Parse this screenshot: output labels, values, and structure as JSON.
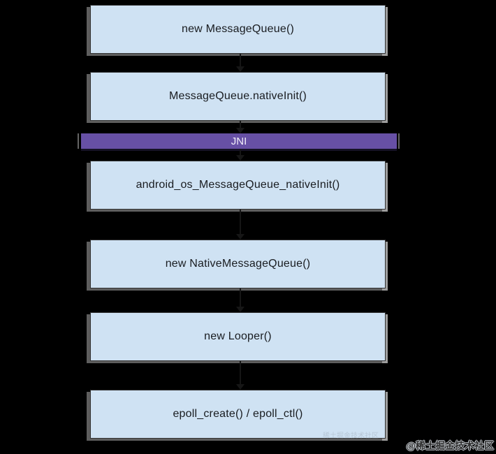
{
  "diagram": {
    "background_color": "#000000",
    "box_fill_color": "#cfe2f3",
    "box_border_color": "#333333",
    "jni_fill_color": "#6750a5",
    "jni_text_color": "#f3f0fb",
    "nodes": [
      {
        "id": "new-messagequeue",
        "label": "new MessageQueue()"
      },
      {
        "id": "messagequeue-nativeinit",
        "label": "MessageQueue.nativeInit()"
      },
      {
        "id": "android-os-messagequeue-nativeinit",
        "label": "android_os_MessageQueue_nativeInit()"
      },
      {
        "id": "new-nativemessagequeue",
        "label": "new NativeMessageQueue()"
      },
      {
        "id": "new-looper",
        "label": "new Looper()"
      },
      {
        "id": "epoll-create-epoll-ctl",
        "label": "epoll_create() / epoll_ctl()"
      }
    ],
    "jni_label": "JNI",
    "watermark": "@稀土掘金技术社区",
    "inner_watermark": "稀土掘金技术社区"
  }
}
